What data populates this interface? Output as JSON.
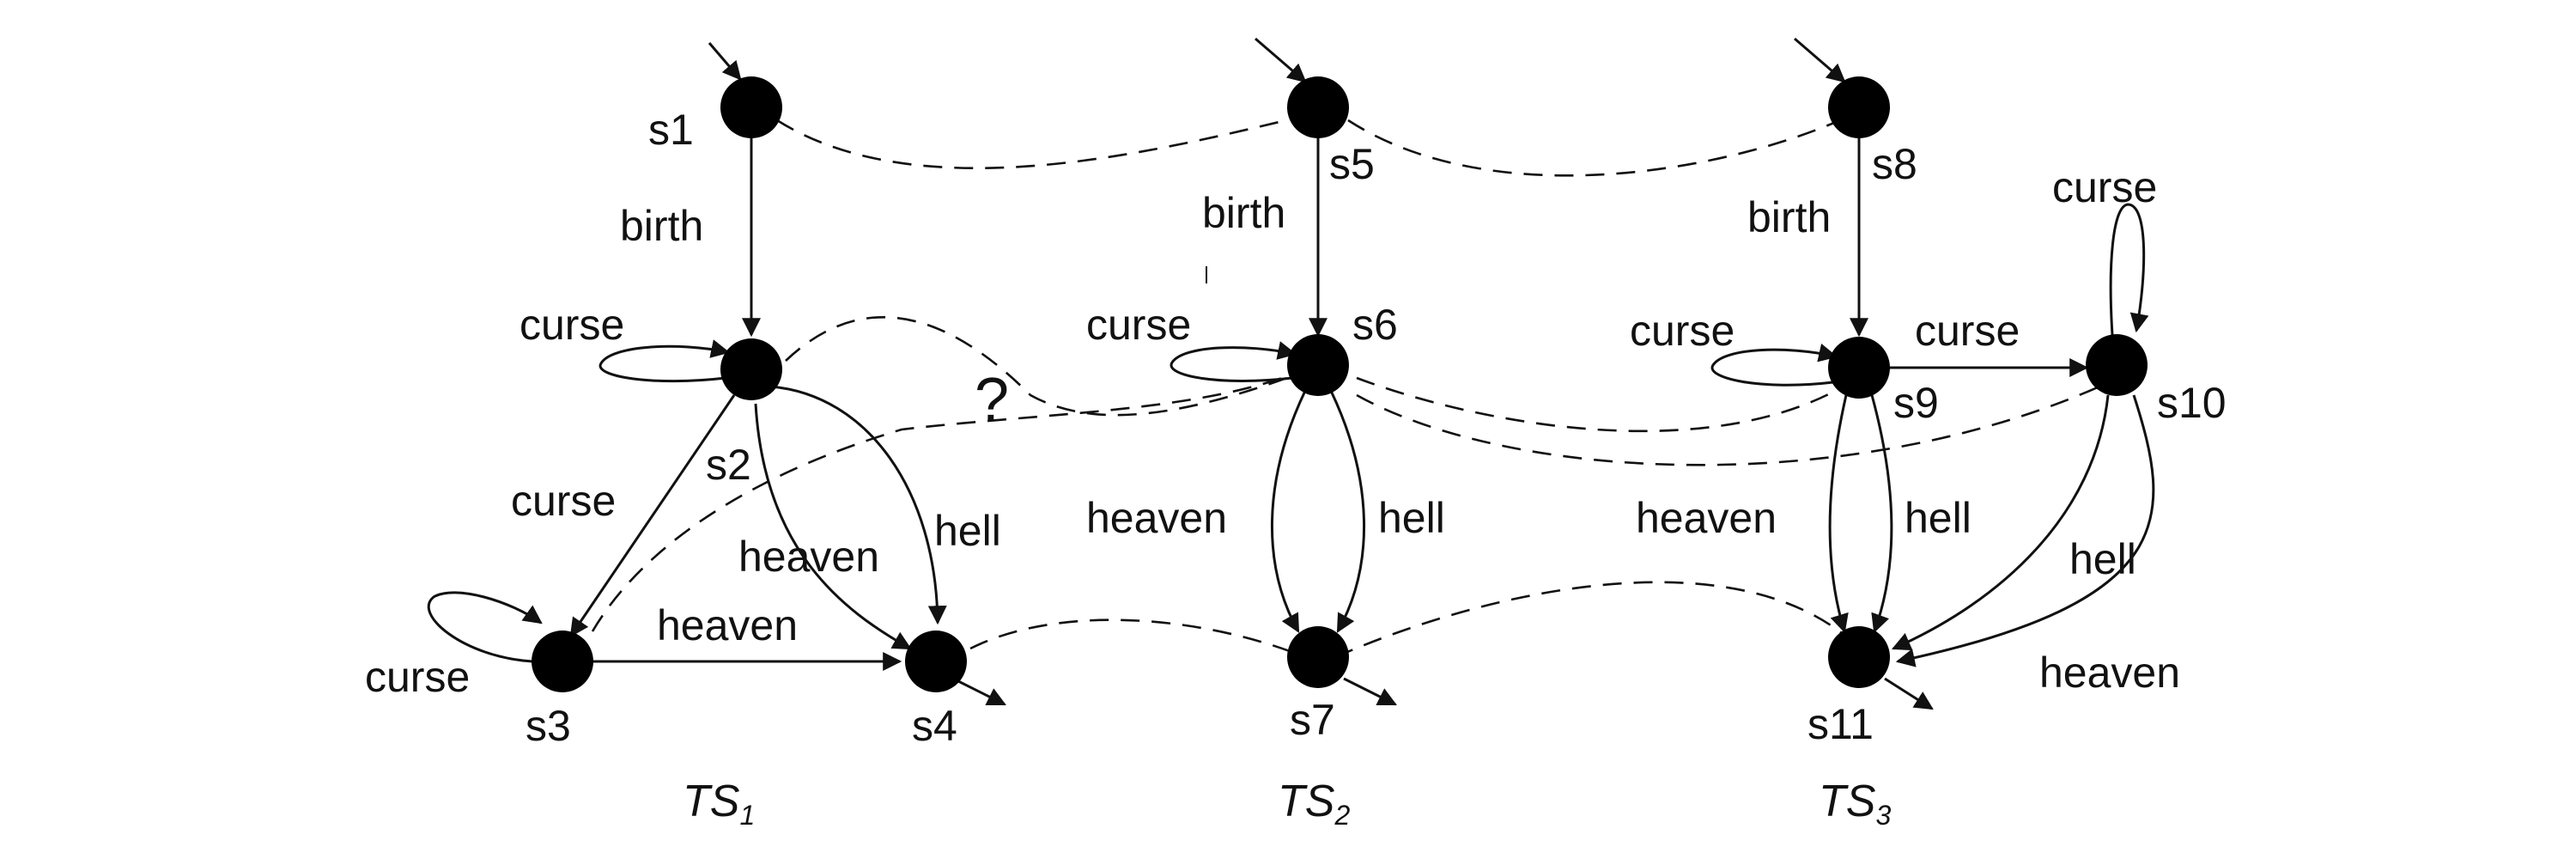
{
  "states": {
    "s1": "s1",
    "s2": "s2",
    "s3": "s3",
    "s4": "s4",
    "s5": "s5",
    "s6": "s6",
    "s7": "s7",
    "s8": "s8",
    "s9": "s9",
    "s10": "s10",
    "s11": "s11"
  },
  "actions": {
    "birth": "birth",
    "curse": "curse",
    "heaven": "heaven",
    "hell": "hell"
  },
  "systems": [
    {
      "base": "TS",
      "sub": "1"
    },
    {
      "base": "TS",
      "sub": "2"
    },
    {
      "base": "TS",
      "sub": "3"
    }
  ],
  "question_mark": "?"
}
